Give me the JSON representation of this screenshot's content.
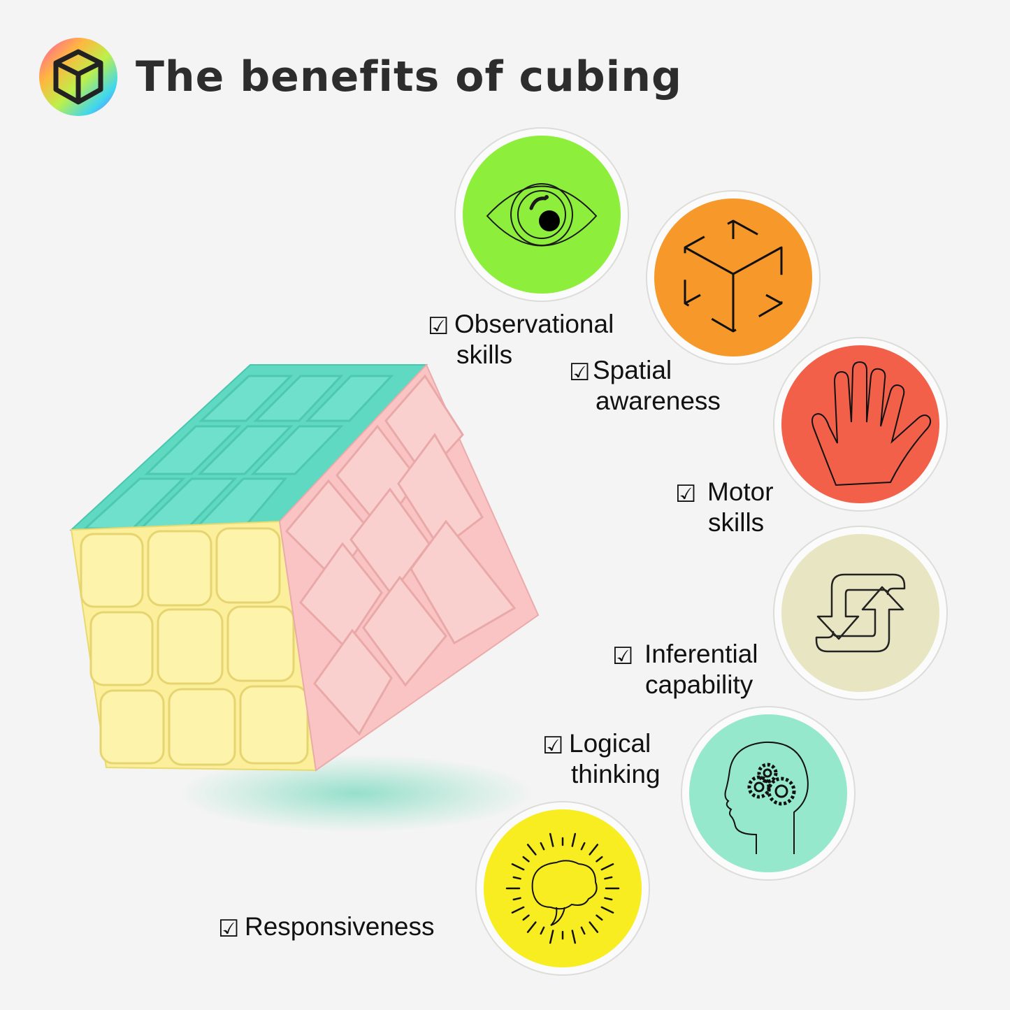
{
  "header": {
    "title": "The benefits of cubing",
    "logo_icon": "cube-logo-icon"
  },
  "benefits": [
    {
      "line1": "Observational",
      "line2": "skills",
      "icon": "eye-icon",
      "color": "#8def3c"
    },
    {
      "line1": "Spatial",
      "line2": "awareness",
      "icon": "cube-outline-icon",
      "color": "#f6982a"
    },
    {
      "line1": "Motor",
      "line2": "skills",
      "icon": "hand-icon",
      "color": "#f2604a"
    },
    {
      "line1": "Inferential",
      "line2": "capability",
      "icon": "cycle-arrows-icon",
      "color": "#e8e6c2"
    },
    {
      "line1": "Logical",
      "line2": "thinking",
      "icon": "head-gears-icon",
      "color": "#96e8cc"
    },
    {
      "line1": "Responsiveness",
      "line2": "",
      "icon": "brain-sun-icon",
      "color": "#f7ed20"
    }
  ],
  "checkbox_glyph": "☑",
  "cube_colors": {
    "top": "#5fd9c2",
    "front": "#fbef9c",
    "right": "#f9c4c3"
  }
}
